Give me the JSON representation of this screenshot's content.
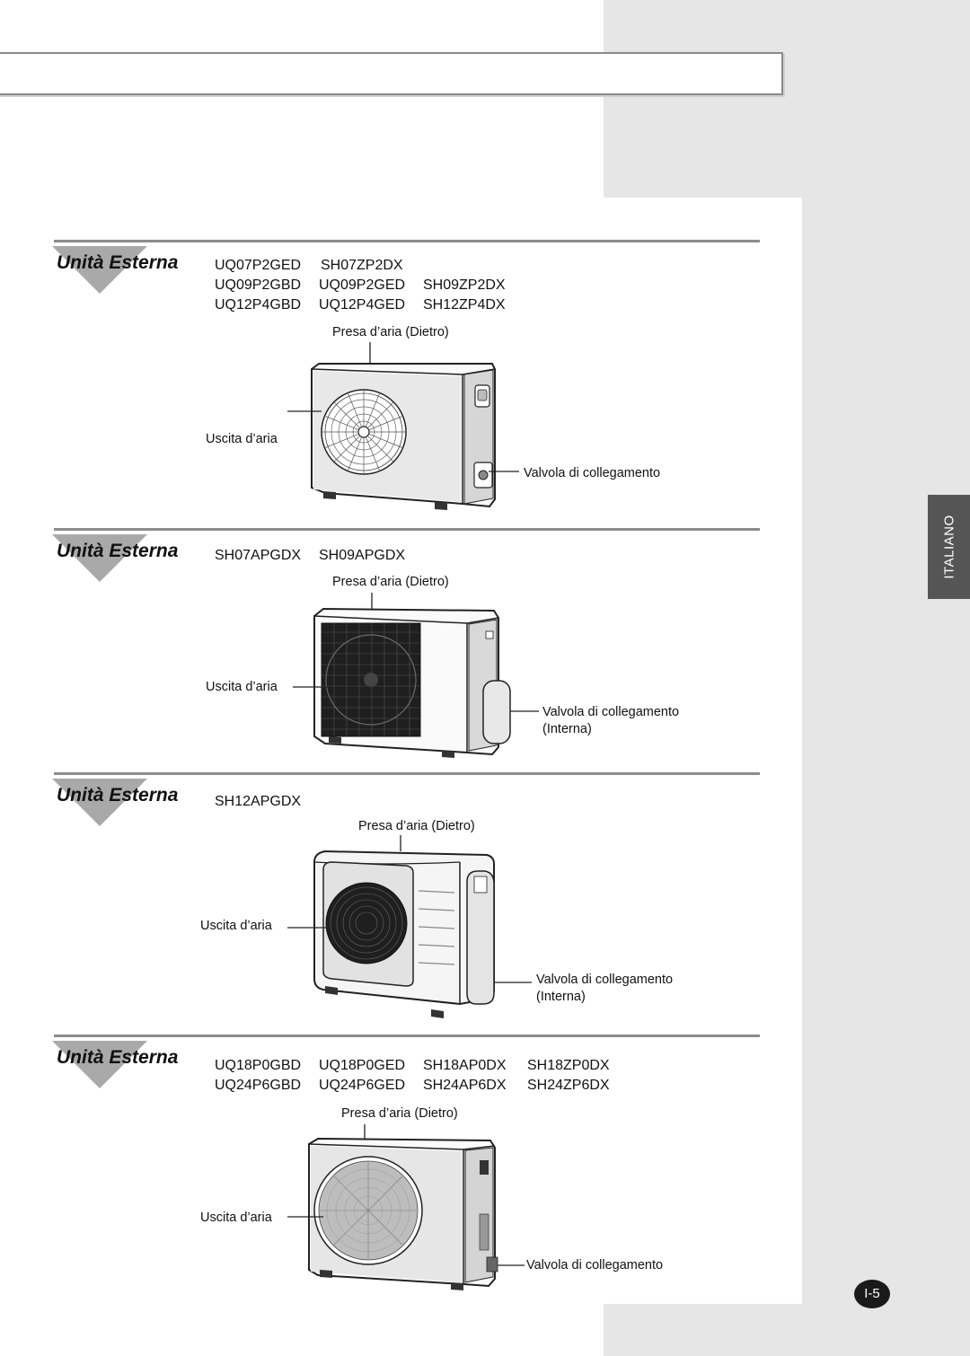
{
  "language_tab": "ITALIANO",
  "page_number": "I-5",
  "sections": [
    {
      "title": "Unità Esterna",
      "models": [
        [
          "UQ07P2GED",
          "SH07ZP2DX"
        ],
        [
          "UQ09P2GBD",
          "UQ09P2GED",
          "SH09ZP2DX"
        ],
        [
          "UQ12P4GBD",
          "UQ12P4GED",
          "SH12ZP4DX"
        ]
      ],
      "air_inlet": "Presa d’aria (Dietro)",
      "air_outlet": "Uscita d’aria",
      "valve": "Valvola di collegamento",
      "valve_note": ""
    },
    {
      "title": "Unità Esterna",
      "models": [
        [
          "SH07APGDX",
          "SH09APGDX"
        ]
      ],
      "air_inlet": "Presa d’aria (Dietro)",
      "air_outlet": "Uscita d’aria",
      "valve": "Valvola di collegamento",
      "valve_note": "(Interna)"
    },
    {
      "title": "Unità Esterna",
      "models": [
        [
          "SH12APGDX"
        ]
      ],
      "air_inlet": "Presa d’aria (Dietro)",
      "air_outlet": "Uscita d’aria",
      "valve": "Valvola di collegamento",
      "valve_note": "(Interna)"
    },
    {
      "title": "Unità Esterna",
      "models": [
        [
          "UQ18P0GBD",
          "UQ18P0GED",
          "SH18AP0DX",
          "SH18ZP0DX"
        ],
        [
          "UQ24P6GBD",
          "UQ24P6GED",
          "SH24AP6DX",
          "SH24ZP6DX"
        ]
      ],
      "air_inlet": "Presa d’aria (Dietro)",
      "air_outlet": "Uscita d’aria",
      "valve": "Valvola di collegamento",
      "valve_note": ""
    }
  ]
}
